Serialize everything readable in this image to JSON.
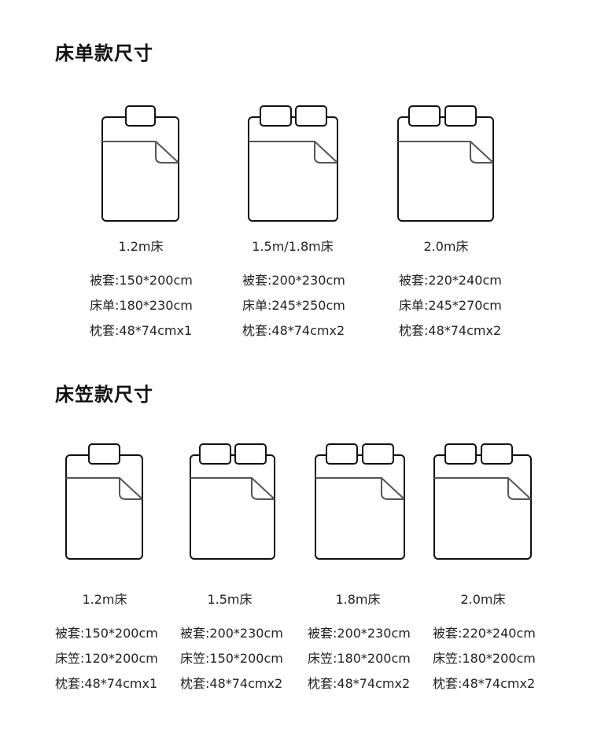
{
  "sections": [
    {
      "title": "床单款尺寸",
      "items": [
        {
          "size": "1.2m床",
          "pillows": 1,
          "lines": [
            "被套:150*200cm",
            "床单:180*230cm",
            "枕套:48*74cmx1"
          ]
        },
        {
          "size": "1.5m/1.8m床",
          "pillows": 2,
          "lines": [
            "被套:200*230cm",
            "床单:245*250cm",
            "枕套:48*74cmx2"
          ]
        },
        {
          "size": "2.0m床",
          "pillows": 2,
          "lines": [
            "被套:220*240cm",
            "床单:245*270cm",
            "枕套:48*74cmx2"
          ]
        }
      ]
    },
    {
      "title": "床笠款尺寸",
      "items": [
        {
          "size": "1.2m床",
          "pillows": 1,
          "lines": [
            "被套:150*200cm",
            "床笠:120*200cm",
            "枕套:48*74cmx1"
          ]
        },
        {
          "size": "1.5m床",
          "pillows": 2,
          "lines": [
            "被套:200*230cm",
            "床笠:150*200cm",
            "枕套:48*74cmx2"
          ]
        },
        {
          "size": "1.8m床",
          "pillows": 2,
          "lines": [
            "被套:200*230cm",
            "床笠:180*200cm",
            "枕套:48*74cmx2"
          ]
        },
        {
          "size": "2.0m床",
          "pillows": 2,
          "lines": [
            "被套:220*240cm",
            "床笠:180*200cm",
            "枕套:48*74cmx2"
          ]
        }
      ]
    }
  ]
}
